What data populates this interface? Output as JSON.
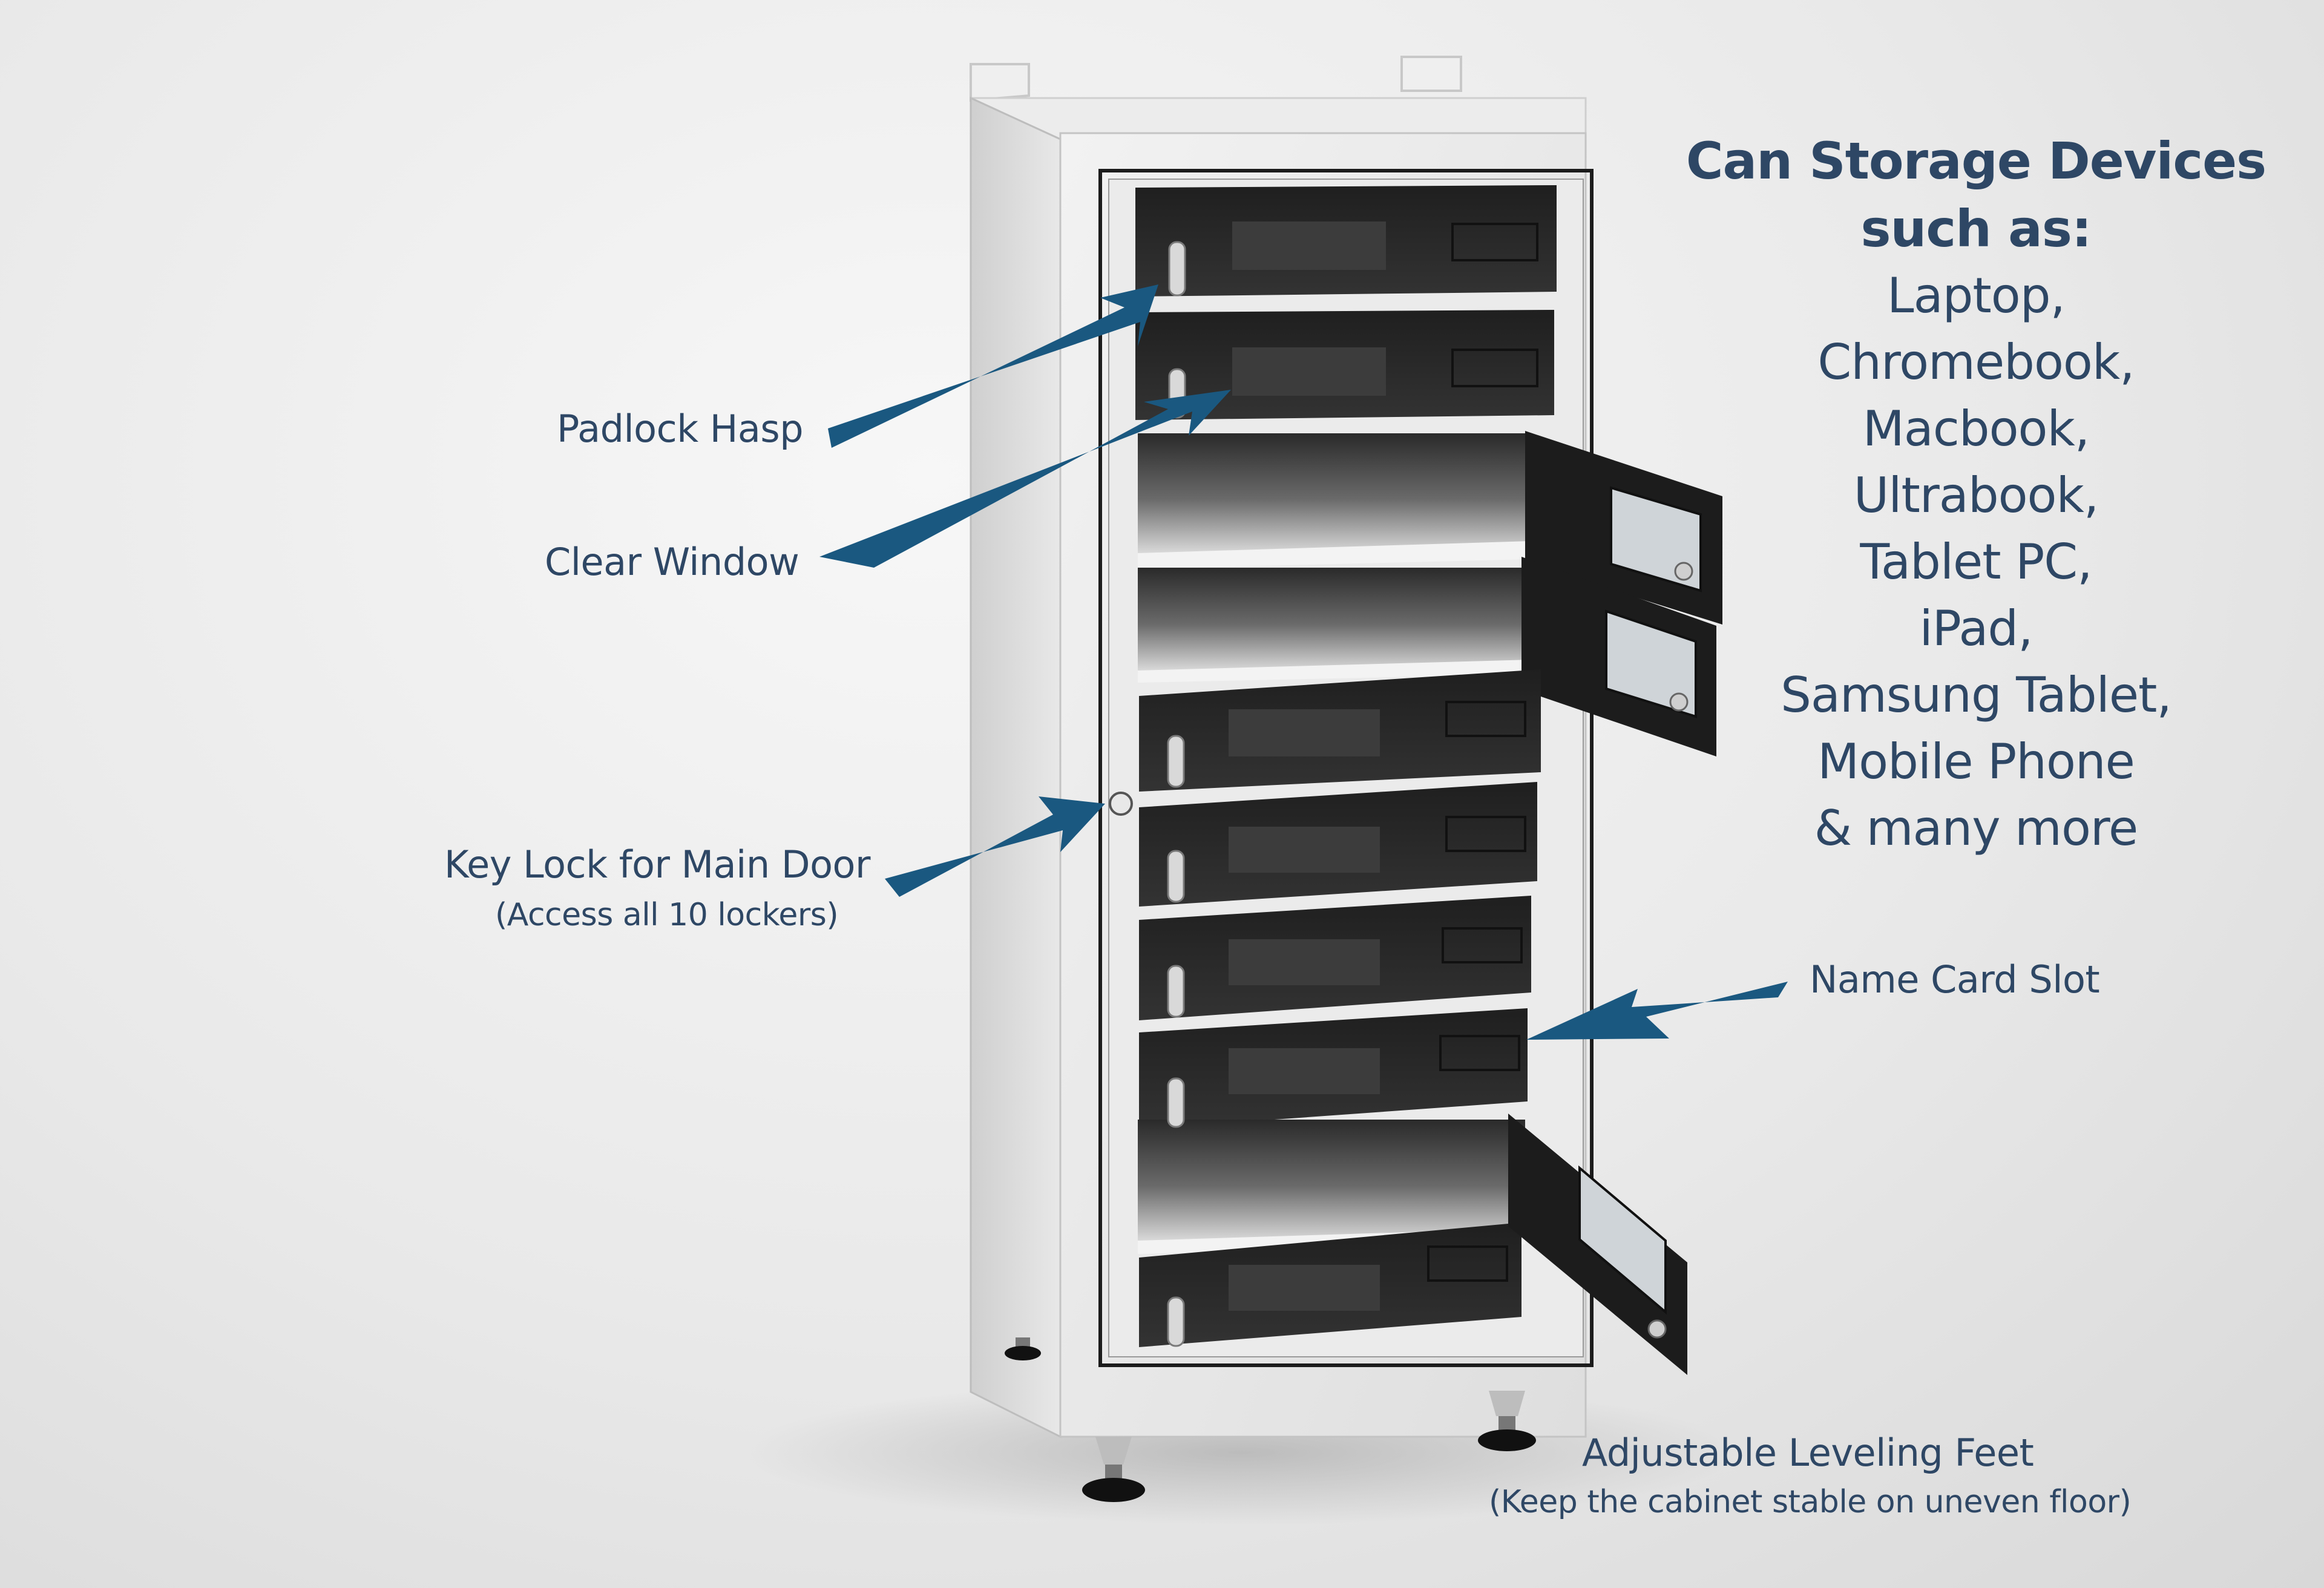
{
  "callouts": {
    "padlock_hasp": "Padlock Hasp",
    "clear_window": "Clear Window",
    "key_lock": "Key Lock for Main Door",
    "key_lock_note": "(Access all 10 lockers)",
    "name_card_slot": "Name Card Slot",
    "leveling_feet": "Adjustable Leveling Feet",
    "leveling_feet_note": "(Keep the cabinet stable on uneven floor)"
  },
  "devices": {
    "title_line1": "Can Storage Devices",
    "title_line2": "such as:",
    "items": [
      "Laptop,",
      "Chromebook,",
      "Macbook,",
      "Ultrabook,",
      "Tablet PC,",
      "iPad,",
      "Samsung Tablet,",
      "Mobile Phone",
      "& many more"
    ]
  },
  "colors": {
    "text": "#2e4765",
    "arrow": "#1a5880",
    "cabinet": "#e4e4e4",
    "door": "#2a2a2a"
  },
  "icons": {
    "arrow": "arrow-icon",
    "lock": "lock-icon",
    "foot": "leveling-foot-icon"
  }
}
